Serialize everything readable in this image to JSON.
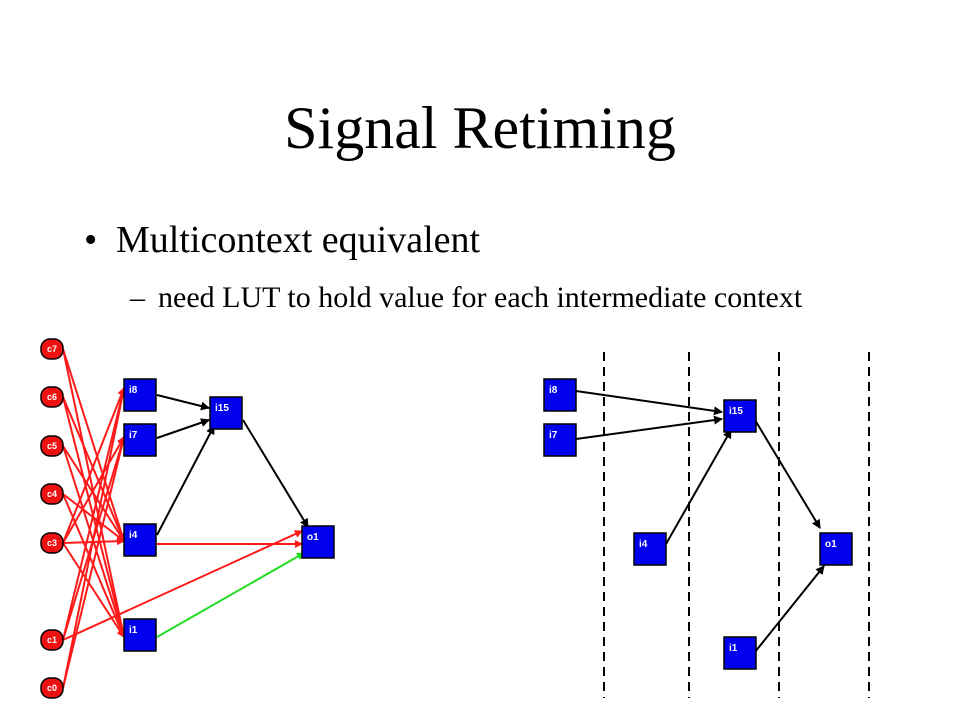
{
  "slide": {
    "title": "Signal Retiming",
    "bullets": [
      {
        "marker": "•",
        "text": "Multicontext equivalent"
      },
      {
        "marker": "–",
        "text": "need LUT to hold value for each intermediate context"
      }
    ]
  },
  "colors": {
    "node_fill": "#0000ee",
    "context_fill": "#ee1111",
    "red_edge": "#ff1a1a",
    "green_edge": "#22dd22",
    "black_edge": "#000000"
  },
  "left_diagram": {
    "contexts": [
      "c7",
      "c6",
      "c5",
      "c4",
      "c3",
      "c1",
      "c0"
    ],
    "nodes": [
      "i8",
      "i7",
      "i4",
      "i1",
      "i15",
      "o1"
    ]
  },
  "right_diagram": {
    "nodes": [
      "i8",
      "i7",
      "i4",
      "i15",
      "o1",
      "i1"
    ]
  }
}
